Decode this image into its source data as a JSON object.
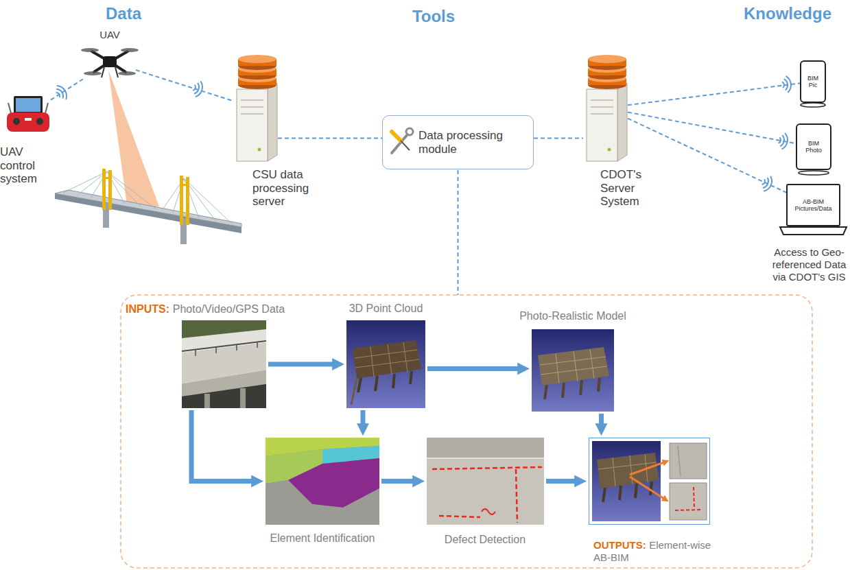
{
  "diagram": {
    "nodes": [
      {
        "text": [
          "UAV control system"
        ]
      },
      {
        "text": [
          "UAV"
        ]
      },
      {
        "text": [
          "CSU data processing server"
        ]
      },
      {
        "text": [
          "Data processing module"
        ]
      },
      {
        "text": [
          "CDOT's Server System"
        ]
      },
      {
        "text": [
          "BIM Pic"
        ]
      },
      {
        "text": [
          "BIM Photo"
        ]
      },
      {
        "text": [
          "AB-BIM Pictures/Data",
          "Access to Geo-referenced Data via CDOT's GIS"
        ]
      },
      {
        "text": [
          "INPUTS:",
          "Photo/Video/GPS Data"
        ]
      },
      {
        "text": [
          "3D Point Cloud"
        ]
      },
      {
        "text": [
          "Photo-Realistic Model"
        ]
      },
      {
        "text": [
          "Element Identification"
        ]
      },
      {
        "text": [
          "Defect Detection"
        ]
      },
      {
        "text": [
          "OUTPUTS:",
          "Element-wise AB-BIM"
        ]
      }
    ],
    "edges": [
      {
        "from": 0,
        "to": 1,
        "arrow": "none"
      },
      {
        "from": 1,
        "to": 2,
        "arrow": "none"
      },
      {
        "from": 2,
        "to": 3,
        "arrow": "none"
      },
      {
        "from": 3,
        "to": 4,
        "arrow": "none"
      },
      {
        "from": 4,
        "to": 5,
        "arrow": "none"
      },
      {
        "from": 4,
        "to": 6,
        "arrow": "none"
      },
      {
        "from": 4,
        "to": 7,
        "arrow": "none"
      },
      {
        "from": 8,
        "to": 9,
        "arrow": "to"
      },
      {
        "from": 9,
        "to": 10,
        "arrow": "to"
      },
      {
        "from": 8,
        "to": 11,
        "arrow": "to"
      },
      {
        "from": 9,
        "to": 11,
        "arrow": "to"
      },
      {
        "from": 11,
        "to": 12,
        "arrow": "to"
      },
      {
        "from": 12,
        "to": 13,
        "arrow": "to"
      },
      {
        "from": 10,
        "to": 13,
        "arrow": "to"
      }
    ],
    "labels": [
      "Data",
      "Tools",
      "Knowledge"
    ]
  }
}
